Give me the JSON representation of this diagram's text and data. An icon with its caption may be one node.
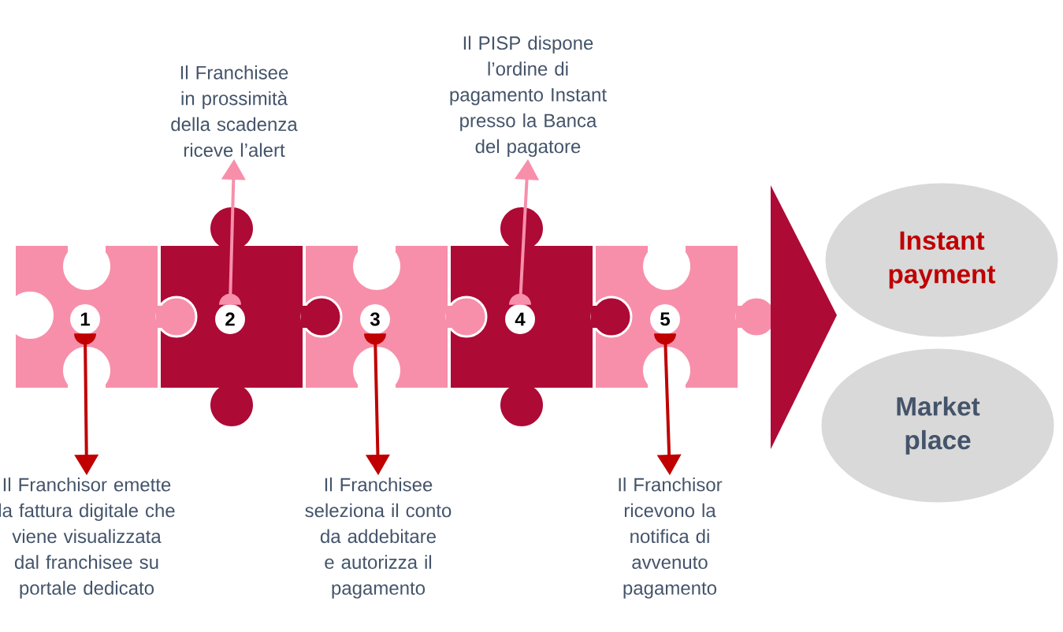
{
  "diagram": {
    "nodes": [
      {
        "text": [
          "1"
        ]
      },
      {
        "text": [
          "2"
        ]
      },
      {
        "text": [
          "3"
        ]
      },
      {
        "text": [
          "4"
        ]
      },
      {
        "text": [
          "5"
        ]
      },
      {
        "text": [],
        "shape": "triangle"
      },
      {
        "text": [
          "Instant payment"
        ]
      },
      {
        "text": [
          "Market place"
        ]
      },
      {
        "text": [
          "Il Franchisor emette la fattura digitale che viene visualizzata dal franchisee su portale dedicato"
        ]
      },
      {
        "text": [
          "Il Franchisee in prossimità della scadenza riceve l’alert"
        ]
      },
      {
        "text": [
          "Il Franchisee seleziona il conto da addebitare e autorizza il pagamento"
        ]
      },
      {
        "text": [
          "Il PISP dispone l’ordine di pagamento Instant presso la Banca del pagatore"
        ]
      },
      {
        "text": [
          "Il Franchisor ricevono la notifica di avvenuto pagamento"
        ]
      }
    ],
    "edges": [
      {
        "from": 0,
        "to": 8,
        "arrow": "to"
      },
      {
        "from": 1,
        "to": 9,
        "arrow": "to",
        "color": "#f78fab"
      },
      {
        "from": 2,
        "to": 10,
        "arrow": "to"
      },
      {
        "from": 3,
        "to": 11,
        "arrow": "to",
        "color": "#f78fab"
      },
      {
        "from": 4,
        "to": 12,
        "arrow": "to"
      }
    ]
  }
}
